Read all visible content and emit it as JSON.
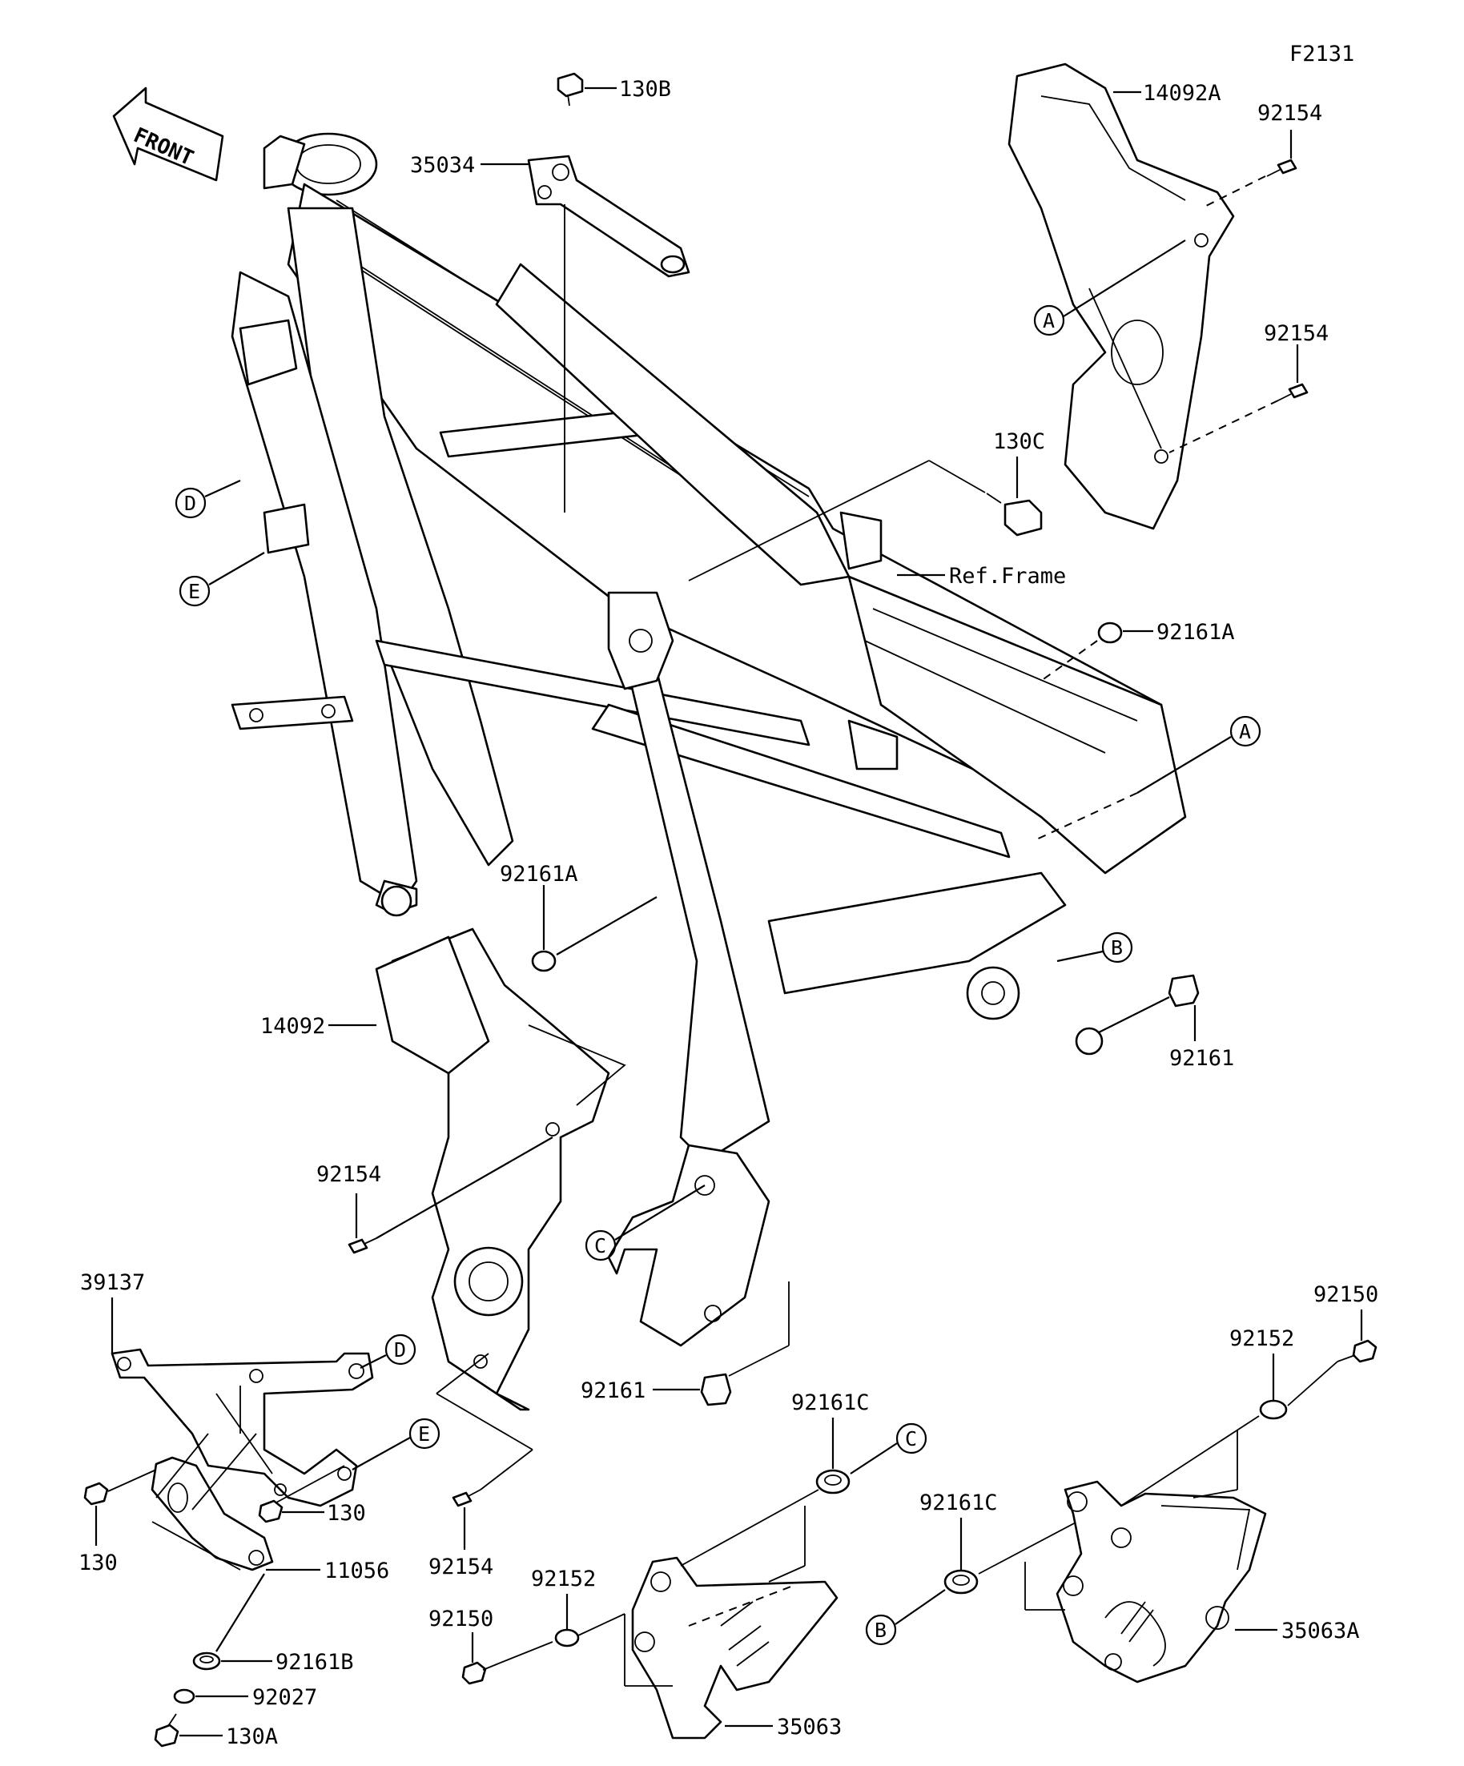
{
  "figure_code": "F2131",
  "front_arrow": "FRONT",
  "ref_frame": "Ref.Frame",
  "parts": {
    "p130B": "130B",
    "p35034": "35034",
    "p14092A": "14092A",
    "p92154_a": "92154",
    "p92154_b": "92154",
    "p130C": "130C",
    "p92161A_a": "92161A",
    "p92161A_b": "92161A",
    "p14092": "14092",
    "p92154_c": "92154",
    "p92161_a": "92161",
    "p92161_b": "92161",
    "p39137": "39137",
    "p130_a": "130",
    "p130_b": "130",
    "p11056": "11056",
    "p92161B": "92161B",
    "p92027": "92027",
    "p130A": "130A",
    "p92154_d": "92154",
    "p92152_a": "92152",
    "p92150_a": "92150",
    "p35063": "35063",
    "p92161C_a": "92161C",
    "p92161C_b": "92161C",
    "p92152_b": "92152",
    "p92150_b": "92150",
    "p35063A": "35063A"
  },
  "callouts": {
    "A1": "A",
    "A2": "A",
    "B1": "B",
    "B2": "B",
    "C1": "C",
    "C2": "C",
    "D1": "D",
    "D2": "D",
    "E1": "E",
    "E2": "E"
  }
}
